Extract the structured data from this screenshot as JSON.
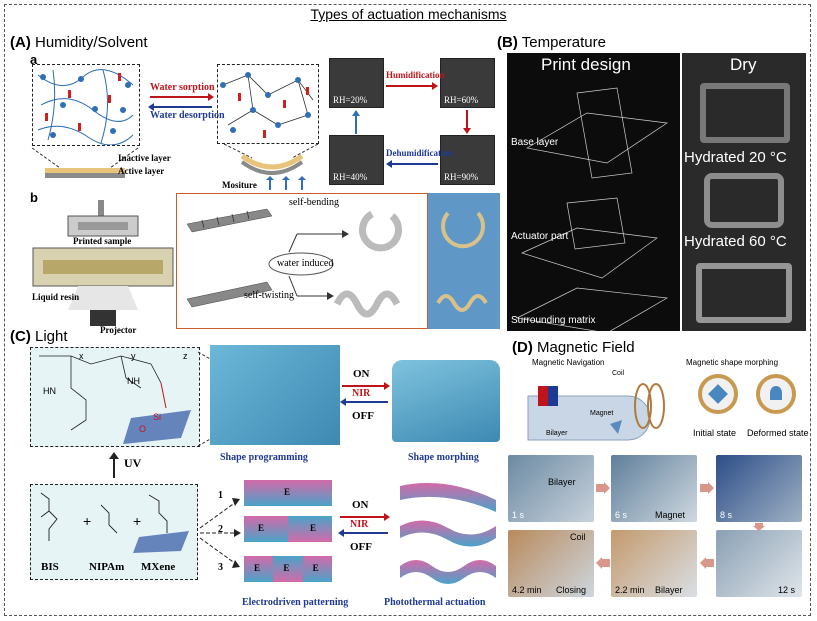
{
  "title": "Types of actuation mechanisms",
  "panelA": {
    "label": "(A)",
    "name": "Humidity/Solvent",
    "sub_a": "a",
    "sub_b": "b",
    "water_sorption": "Water sorption",
    "water_desorption": "Water desorption",
    "inactive_layer": "Inactive layer",
    "active_layer": "Active layer",
    "mositure": "Mositure",
    "humidification": "Humidification",
    "dehumidification": "Dehumidification",
    "rh20": "RH=20%",
    "rh60": "RH=60%",
    "rh40": "RH=40%",
    "rh90": "RH=90%",
    "printed_sample": "Printed sample",
    "liquid_resin": "Liquid resin",
    "projector": "Projector",
    "self_bending": "self-bending",
    "self_twisting": "self-twisting",
    "water_induced": "water induced"
  },
  "panelB": {
    "label": "(B)",
    "name": "Temperature",
    "print_design": "Print design",
    "dry": "Dry",
    "base_layer": "Base layer",
    "actuator_part": "Actuator part",
    "surrounding_matrix": "Surrounding matrix",
    "hydrated20": "Hydrated 20 °C",
    "hydrated60": "Hydrated 60 °C"
  },
  "panelC": {
    "label": "(C)",
    "name": "Light",
    "on": "ON",
    "nir": "NIR",
    "off": "OFF",
    "uv": "UV",
    "shape_programming": "Shape programming",
    "shape_morphing": "Shape morphing",
    "bis": "BIS",
    "nipam": "NIPAm",
    "mxene": "MXene",
    "plus": "+",
    "e": "E",
    "n1": "1",
    "n2": "2",
    "n3": "3",
    "electrodriven": "Electrodriven patterning",
    "photothermal": "Photothermal actuation",
    "chem": {
      "x": "x",
      "y": "y",
      "z": "z",
      "hn": "HN",
      "nh": "NH",
      "o": "O",
      "si": "Si"
    }
  },
  "panelD": {
    "label": "(D)",
    "name": "Magnetic Field",
    "magnetic_navigation": "Magnetic Navigation",
    "coil": "Coil",
    "magnet": "Magnet",
    "bilayer": "Bilayer",
    "shape_morphing": "Magnetic shape morphing",
    "initial_state": "Initial state",
    "deformed_state": "Deformed state",
    "frames": [
      {
        "time": "1 s",
        "label": "Bilayer"
      },
      {
        "time": "6 s",
        "label": "Magnet"
      },
      {
        "time": "8 s",
        "label": ""
      },
      {
        "time": "12 s",
        "label": ""
      },
      {
        "time": "2.2 min",
        "label": "Bilayer"
      },
      {
        "time": "4.2 min",
        "label": "Closing"
      }
    ],
    "coil_label2": "Coil"
  },
  "colors": {
    "red_arrow": "#c0141b",
    "blue_arrow": "#1f3a93",
    "hydrogel_blue": "#4aa3c8",
    "hydrogel_pink": "#d36aa8"
  }
}
